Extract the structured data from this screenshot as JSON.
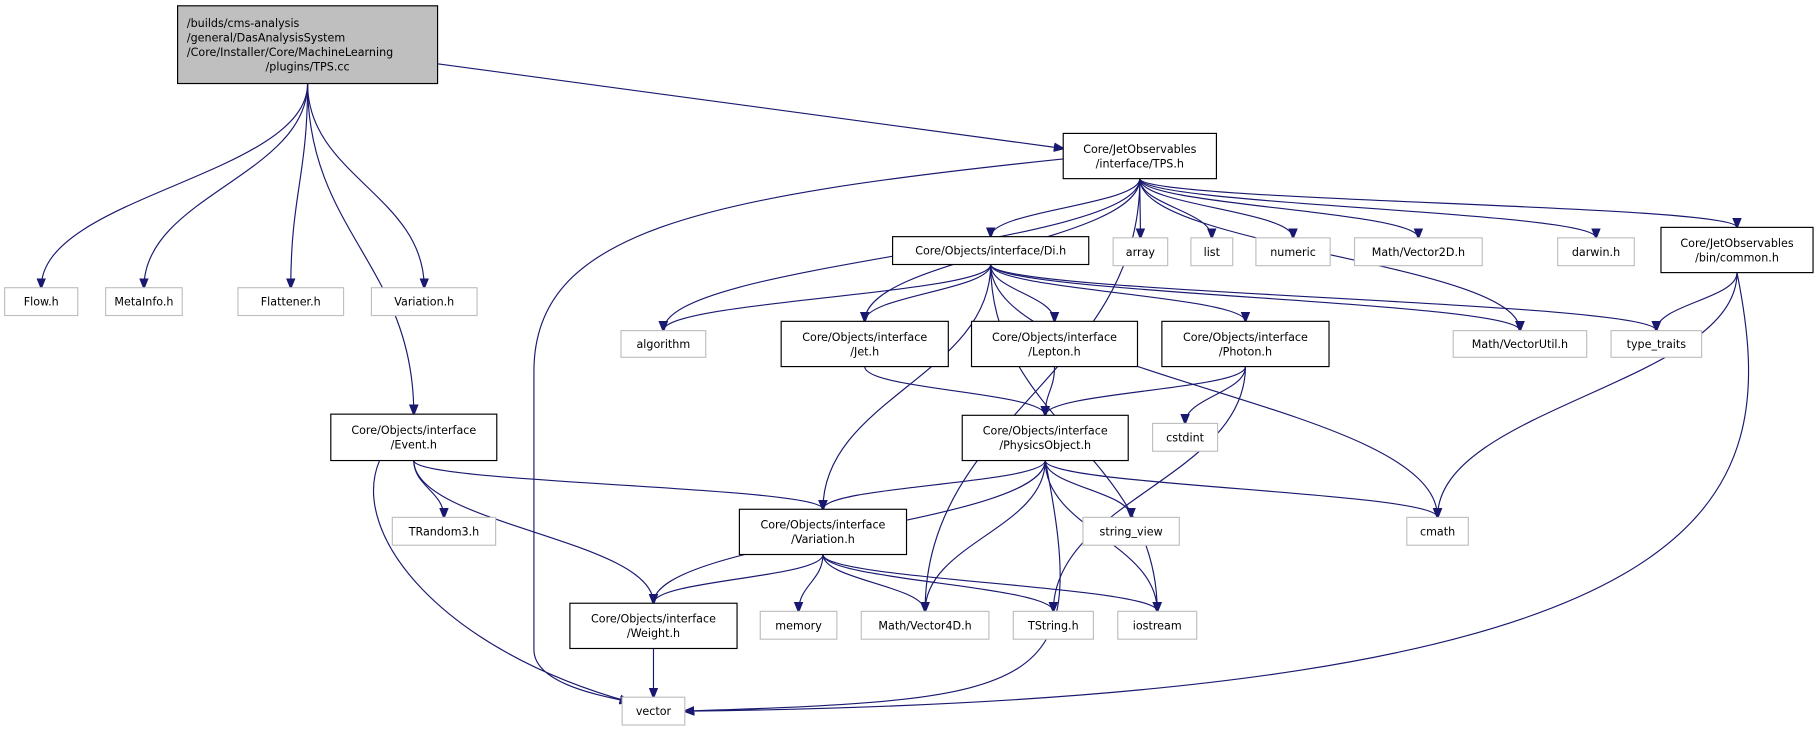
{
  "graph": {
    "colors": {
      "edge": "#191970",
      "root_fill": "#bfbfbf",
      "documented_border": "#000000",
      "external_border": "#bfbfbf"
    },
    "nodes": [
      {
        "id": "root",
        "lines": [
          "/builds/cms-analysis",
          "/general/DasAnalysisSystem",
          "/Core/Installer/Core/MachineLearning",
          "/plugins/TPS.cc"
        ],
        "kind": "root"
      },
      {
        "id": "flow",
        "lines": [
          "Flow.h"
        ],
        "kind": "external"
      },
      {
        "id": "metainfo",
        "lines": [
          "MetaInfo.h"
        ],
        "kind": "external"
      },
      {
        "id": "flattener",
        "lines": [
          "Flattener.h"
        ],
        "kind": "external"
      },
      {
        "id": "variation_ext",
        "lines": [
          "Variation.h"
        ],
        "kind": "external"
      },
      {
        "id": "tps_h",
        "lines": [
          "Core/JetObservables",
          "/interface/TPS.h"
        ],
        "kind": "doc"
      },
      {
        "id": "di",
        "lines": [
          "Core/Objects/interface/Di.h"
        ],
        "kind": "doc"
      },
      {
        "id": "array",
        "lines": [
          "array"
        ],
        "kind": "external"
      },
      {
        "id": "list",
        "lines": [
          "list"
        ],
        "kind": "external"
      },
      {
        "id": "numeric",
        "lines": [
          "numeric"
        ],
        "kind": "external"
      },
      {
        "id": "vector2d",
        "lines": [
          "Math/Vector2D.h"
        ],
        "kind": "external"
      },
      {
        "id": "darwin",
        "lines": [
          "darwin.h"
        ],
        "kind": "external"
      },
      {
        "id": "common",
        "lines": [
          "Core/JetObservables",
          "/bin/common.h"
        ],
        "kind": "doc"
      },
      {
        "id": "algorithm",
        "lines": [
          "algorithm"
        ],
        "kind": "external"
      },
      {
        "id": "jet",
        "lines": [
          "Core/Objects/interface",
          "/Jet.h"
        ],
        "kind": "doc"
      },
      {
        "id": "lepton",
        "lines": [
          "Core/Objects/interface",
          "/Lepton.h"
        ],
        "kind": "doc"
      },
      {
        "id": "photon",
        "lines": [
          "Core/Objects/interface",
          "/Photon.h"
        ],
        "kind": "doc"
      },
      {
        "id": "vectorutil",
        "lines": [
          "Math/VectorUtil.h"
        ],
        "kind": "external"
      },
      {
        "id": "type_traits",
        "lines": [
          "type_traits"
        ],
        "kind": "external"
      },
      {
        "id": "event",
        "lines": [
          "Core/Objects/interface",
          "/Event.h"
        ],
        "kind": "doc"
      },
      {
        "id": "physobj",
        "lines": [
          "Core/Objects/interface",
          "/PhysicsObject.h"
        ],
        "kind": "doc"
      },
      {
        "id": "cstdint",
        "lines": [
          "cstdint"
        ],
        "kind": "external"
      },
      {
        "id": "trandom3",
        "lines": [
          "TRandom3.h"
        ],
        "kind": "external"
      },
      {
        "id": "variation",
        "lines": [
          "Core/Objects/interface",
          "/Variation.h"
        ],
        "kind": "doc"
      },
      {
        "id": "string_view",
        "lines": [
          "string_view"
        ],
        "kind": "external"
      },
      {
        "id": "cmath",
        "lines": [
          "cmath"
        ],
        "kind": "external"
      },
      {
        "id": "weight",
        "lines": [
          "Core/Objects/interface",
          "/Weight.h"
        ],
        "kind": "doc"
      },
      {
        "id": "memory",
        "lines": [
          "memory"
        ],
        "kind": "external"
      },
      {
        "id": "vector4d",
        "lines": [
          "Math/Vector4D.h"
        ],
        "kind": "external"
      },
      {
        "id": "tstring",
        "lines": [
          "TString.h"
        ],
        "kind": "external"
      },
      {
        "id": "iostream",
        "lines": [
          "iostream"
        ],
        "kind": "external"
      },
      {
        "id": "vector",
        "lines": [
          "vector"
        ],
        "kind": "external"
      }
    ],
    "edges": [
      [
        "root",
        "flow"
      ],
      [
        "root",
        "metainfo"
      ],
      [
        "root",
        "flattener"
      ],
      [
        "root",
        "variation_ext"
      ],
      [
        "root",
        "event"
      ],
      [
        "root",
        "tps_h"
      ],
      [
        "tps_h",
        "di"
      ],
      [
        "tps_h",
        "array"
      ],
      [
        "tps_h",
        "list"
      ],
      [
        "tps_h",
        "numeric"
      ],
      [
        "tps_h",
        "vector2d"
      ],
      [
        "tps_h",
        "darwin"
      ],
      [
        "tps_h",
        "common"
      ],
      [
        "tps_h",
        "vectorutil"
      ],
      [
        "tps_h",
        "jet"
      ],
      [
        "tps_h",
        "algorithm"
      ],
      [
        "tps_h",
        "vector"
      ],
      [
        "tps_h",
        "vector4d"
      ],
      [
        "di",
        "algorithm"
      ],
      [
        "di",
        "jet"
      ],
      [
        "di",
        "lepton"
      ],
      [
        "di",
        "photon"
      ],
      [
        "di",
        "variation"
      ],
      [
        "di",
        "vectorutil"
      ],
      [
        "di",
        "type_traits"
      ],
      [
        "di",
        "cmath"
      ],
      [
        "di",
        "iostream"
      ],
      [
        "common",
        "type_traits"
      ],
      [
        "common",
        "cmath"
      ],
      [
        "common",
        "vector"
      ],
      [
        "jet",
        "physobj"
      ],
      [
        "lepton",
        "physobj"
      ],
      [
        "photon",
        "physobj"
      ],
      [
        "photon",
        "cstdint"
      ],
      [
        "photon",
        "tstring"
      ],
      [
        "physobj",
        "variation"
      ],
      [
        "physobj",
        "weight"
      ],
      [
        "physobj",
        "vector4d"
      ],
      [
        "physobj",
        "string_view"
      ],
      [
        "physobj",
        "cmath"
      ],
      [
        "physobj",
        "iostream"
      ],
      [
        "physobj",
        "vector"
      ],
      [
        "event",
        "trandom3"
      ],
      [
        "event",
        "weight"
      ],
      [
        "event",
        "vector"
      ],
      [
        "event",
        "variation"
      ],
      [
        "variation",
        "weight"
      ],
      [
        "variation",
        "memory"
      ],
      [
        "variation",
        "vector4d"
      ],
      [
        "variation",
        "tstring"
      ],
      [
        "variation",
        "iostream"
      ],
      [
        "weight",
        "vector"
      ]
    ]
  }
}
